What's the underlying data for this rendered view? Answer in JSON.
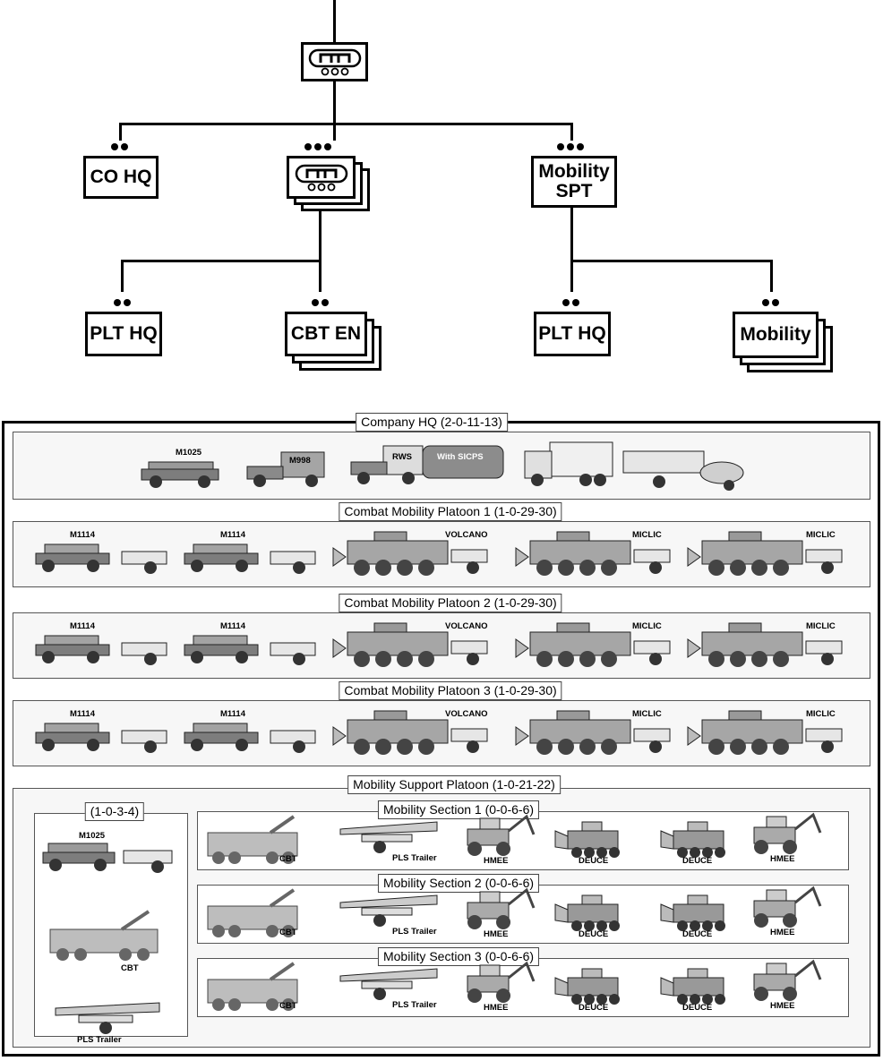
{
  "org_chart": {
    "co_hq": "CO HQ",
    "mobility_spt": "Mobility\nSPT",
    "plt_hq_left": "PLT HQ",
    "cbt_en": "CBT EN",
    "plt_hq_right": "PLT HQ",
    "mobility": "Mobility",
    "symbol_icon": "engineer-branch-symbol"
  },
  "equipment": {
    "company_hq": {
      "label": "Company HQ (2-0-11-13)",
      "vehicles": {
        "m1025": "M1025",
        "m998": "M998",
        "rws": "RWS",
        "sicps": "With SICPS"
      }
    },
    "platoons": [
      {
        "label": "Combat Mobility Platoon 1 (1-0-29-30)",
        "v1": "M1114",
        "v2": "M1114",
        "v3": "VOLCANO",
        "v4": "MICLIC",
        "v5": "MICLIC"
      },
      {
        "label": "Combat Mobility Platoon 2 (1-0-29-30)",
        "v1": "M1114",
        "v2": "M1114",
        "v3": "VOLCANO",
        "v4": "MICLIC",
        "v5": "MICLIC"
      },
      {
        "label": "Combat Mobility Platoon 3 (1-0-29-30)",
        "v1": "M1114",
        "v2": "M1114",
        "v3": "VOLCANO",
        "v4": "MICLIC",
        "v5": "MICLIC"
      }
    ],
    "mobility_support": {
      "label": "Mobility Support Platoon (1-0-21-22)",
      "hq": {
        "label": "(1-0-3-4)",
        "m1025": "M1025",
        "cbt": "CBT",
        "pls": "PLS Trailer"
      },
      "sections": [
        {
          "label": "Mobility Section 1 (0-0-6-6)",
          "cbt": "CBT",
          "pls": "PLS Trailer",
          "hmee1": "HMEE",
          "deuce1": "DEUCE",
          "deuce2": "DEUCE",
          "hmee2": "HMEE"
        },
        {
          "label": "Mobility Section 2 (0-0-6-6)",
          "cbt": "CBT",
          "pls": "PLS Trailer",
          "hmee1": "HMEE",
          "deuce1": "DEUCE",
          "deuce2": "DEUCE",
          "hmee2": "HMEE"
        },
        {
          "label": "Mobility Section 3 (0-0-6-6)",
          "cbt": "CBT",
          "pls": "PLS Trailer",
          "hmee1": "HMEE",
          "deuce1": "DEUCE",
          "deuce2": "DEUCE",
          "hmee2": "HMEE"
        }
      ]
    }
  }
}
